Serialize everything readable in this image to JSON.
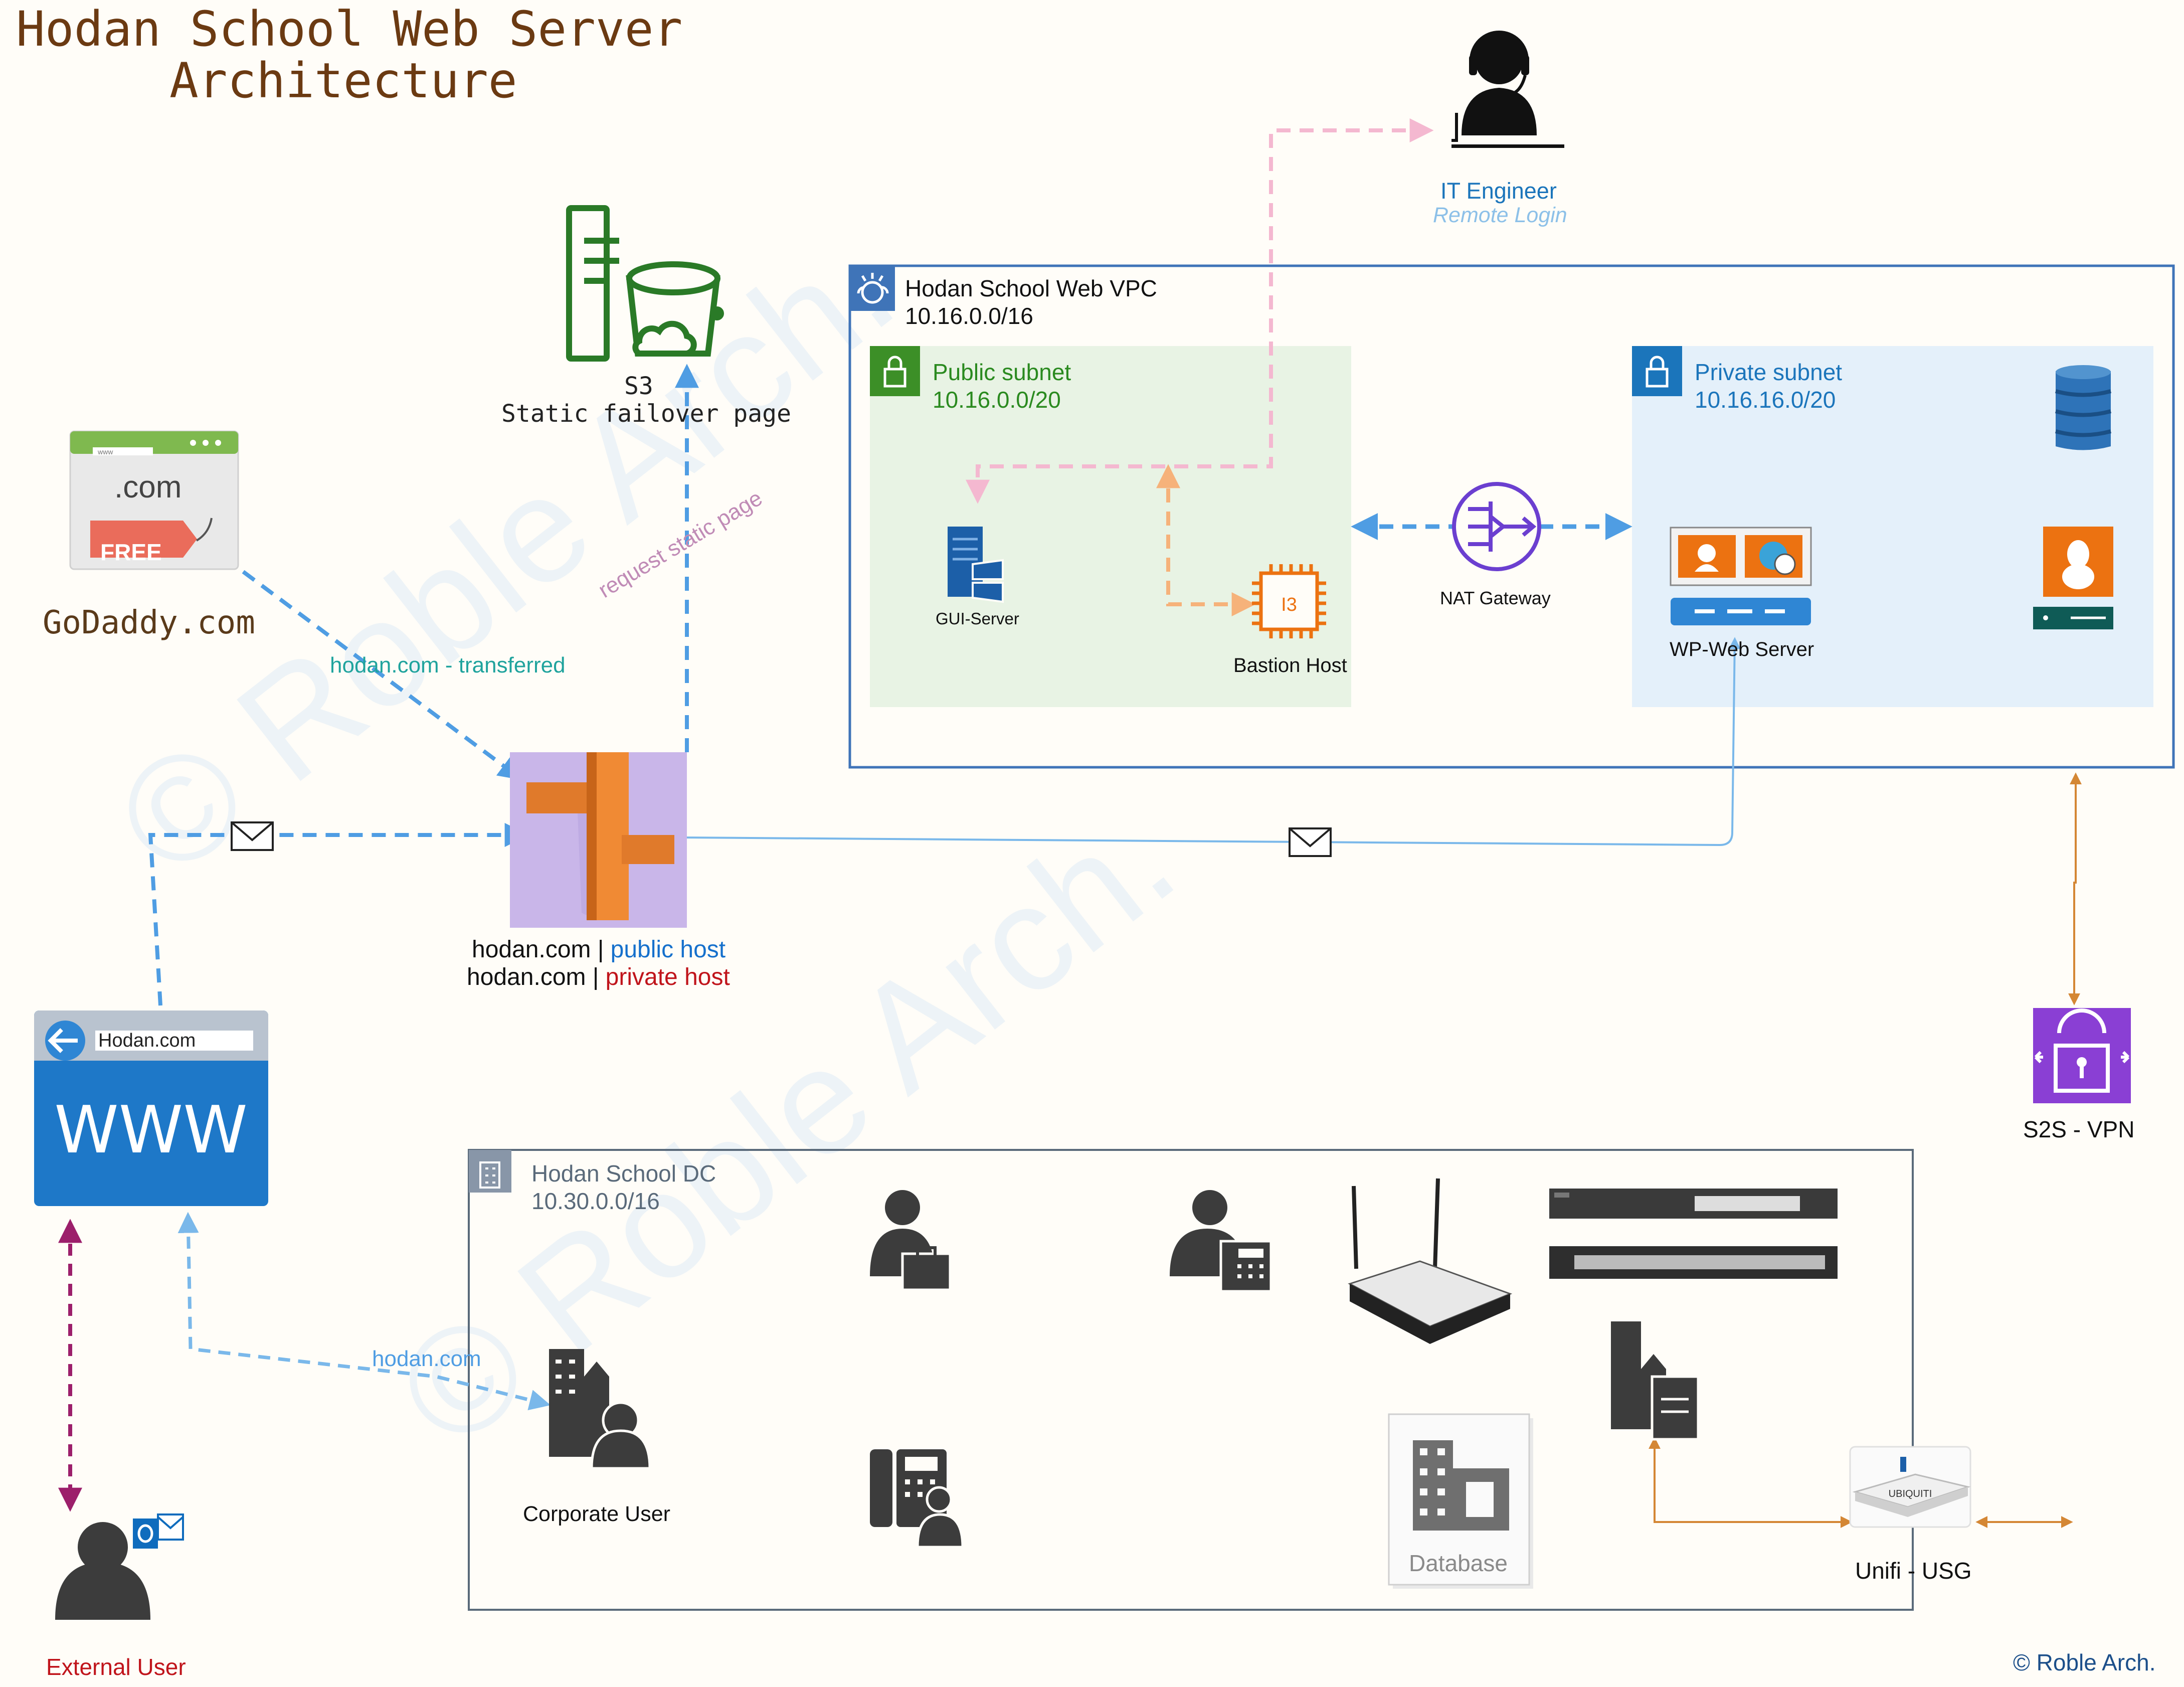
{
  "title": {
    "line1": "Hodan School Web Server",
    "line2": "Architecture"
  },
  "watermark": {
    "text": "© Roble Arch."
  },
  "copyright": "© Roble Arch.",
  "it_engineer": {
    "label": "IT Engineer",
    "sublabel": "Remote Login"
  },
  "s3": {
    "label": "S3",
    "sublabel": "Static failover page"
  },
  "godaddy": {
    "domain_tld": ".com",
    "badge": "FREE",
    "label": "GoDaddy.com",
    "browser_text": "www"
  },
  "route53": {
    "line1_domain": "hodan.com",
    "line1_sep": "|",
    "line1_zone": "public host",
    "line2_domain": "hodan.com",
    "line2_sep": "|",
    "line2_zone": "private host"
  },
  "vpc": {
    "name": "Hodan School Web VPC",
    "cidr": "10.16.0.0/16",
    "public_subnet": {
      "name": "Public subnet",
      "cidr": "10.16.0.0/20"
    },
    "private_subnet": {
      "name": "Private subnet",
      "cidr": "10.16.16.0/20"
    },
    "gui_server": "GUI-Server",
    "bastion": {
      "label": "Bastion Host",
      "chip_text": "I3"
    },
    "nat_gateway": "NAT Gateway",
    "wp_server": "WP-Web Server"
  },
  "browser": {
    "url": "Hodan.com",
    "text": "WWW"
  },
  "edges": {
    "godaddy_transfer": "hodan.com - transferred",
    "request_static": "request static page",
    "corporate_link": "hodan.com"
  },
  "vpn": {
    "label": "S2S - VPN"
  },
  "dc": {
    "name": "Hodan School DC",
    "cidr": "10.30.0.0/16",
    "corporate_user": "Corporate User",
    "database": "Database",
    "router": "Unifi - USG",
    "router_brand": "UBIQUITI"
  },
  "external_user": {
    "label": "External User"
  },
  "colors": {
    "title": "#6b3a12",
    "vpc_border": "#3f74b8",
    "public_fill": "#e8f3e4",
    "public_text": "#2a8a1f",
    "private_fill": "#e4f0fa",
    "private_text": "#1b75bb",
    "blue_edge": "#4f9de3",
    "pink_edge": "#f4b8d0",
    "orange_edge": "#f6b27a",
    "vpn_edge": "#d48735",
    "purple_edge": "#9c1f6b",
    "external_text": "#c0141b",
    "public_host": "#1570cc",
    "private_host": "#c0141b",
    "aws_orange": "#ec7211",
    "nat_purple": "#6b3fd0",
    "s3_green": "#2a7a27"
  }
}
